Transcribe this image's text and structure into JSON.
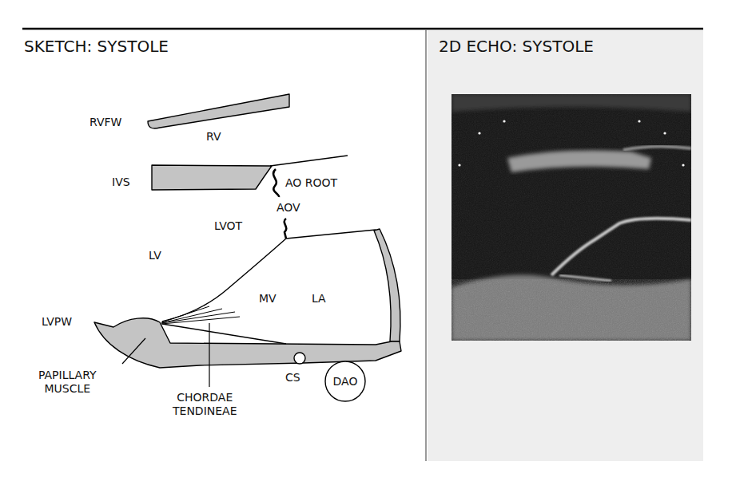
{
  "diagram": {
    "nodes": [
      {
        "text": [
          "DAO"
        ]
      }
    ],
    "labels": [
      "SKETCH: SYSTOLE",
      "2D ECHO: SYSTOLE",
      "RVFW",
      "RV",
      "IVS",
      "AO ROOT",
      "AOV",
      "LVOT",
      "LV",
      "MV",
      "LA",
      "LVPW",
      "PAPILLARY MUSCLE",
      "CHORDAE TENDINEAE",
      "CS"
    ]
  }
}
